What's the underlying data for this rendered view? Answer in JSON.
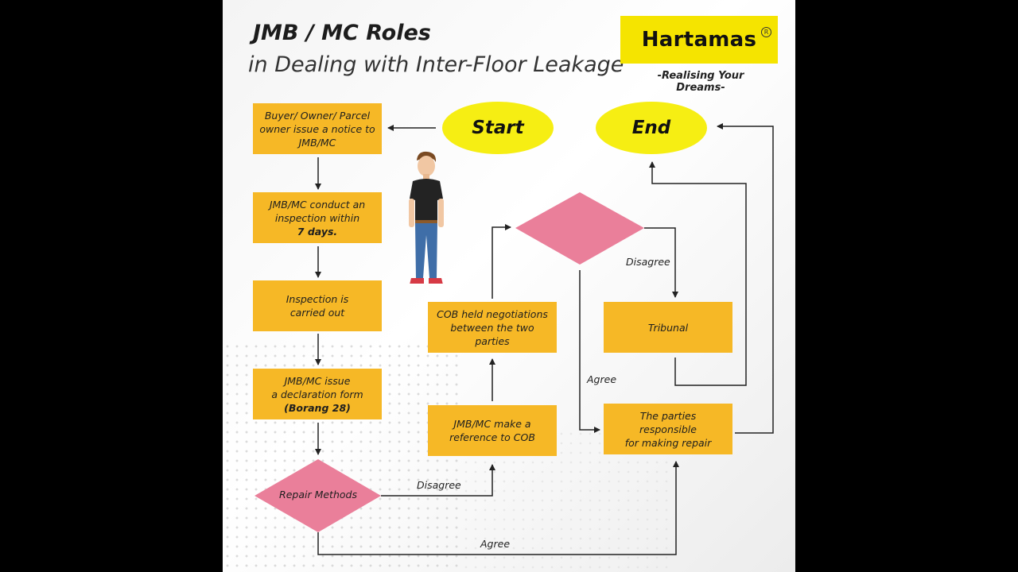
{
  "header": {
    "title": "JMB / MC Roles",
    "subtitle": "in Dealing with Inter-Floor Leakage"
  },
  "brand": {
    "logo_text": "Hartamas",
    "registered_mark": "R",
    "tagline": "-Realising Your Dreams-",
    "logo_color": "#f5e400"
  },
  "colors": {
    "process_box": "#f6b826",
    "terminal_oval": "#f6ee13",
    "decision_diamond": "#ea7f9a",
    "arrow": "#222222"
  },
  "flowchart": {
    "start": "Start",
    "end": "End",
    "step1": {
      "line1": "Buyer/ Owner/ Parcel",
      "line2": "owner issue a notice to",
      "line3": "JMB/MC"
    },
    "step2": {
      "line1": "JMB/MC conduct an",
      "line2": "inspection within",
      "line3": "7 days."
    },
    "step3": {
      "line1": "Inspection is",
      "line2": "carried out"
    },
    "step4": {
      "line1": "JMB/MC issue",
      "line2": "a declaration form",
      "line3": "(Borang 28)"
    },
    "decision_repair": "Repair Methods",
    "reference_cob": {
      "line1": "JMB/MC make a",
      "line2": "reference to COB"
    },
    "cob_negotiation": {
      "line1": "COB held negotiations",
      "line2": "between the two parties"
    },
    "tribunal": "Tribunal",
    "parties_repair": {
      "line1": "The parties responsible",
      "line2": "for making repair"
    },
    "labels": {
      "disagree_bottom": "Disagree",
      "agree_bottom": "Agree",
      "disagree_top": "Disagree",
      "agree_top": "Agree"
    }
  },
  "illustration": "standing-man-figure"
}
